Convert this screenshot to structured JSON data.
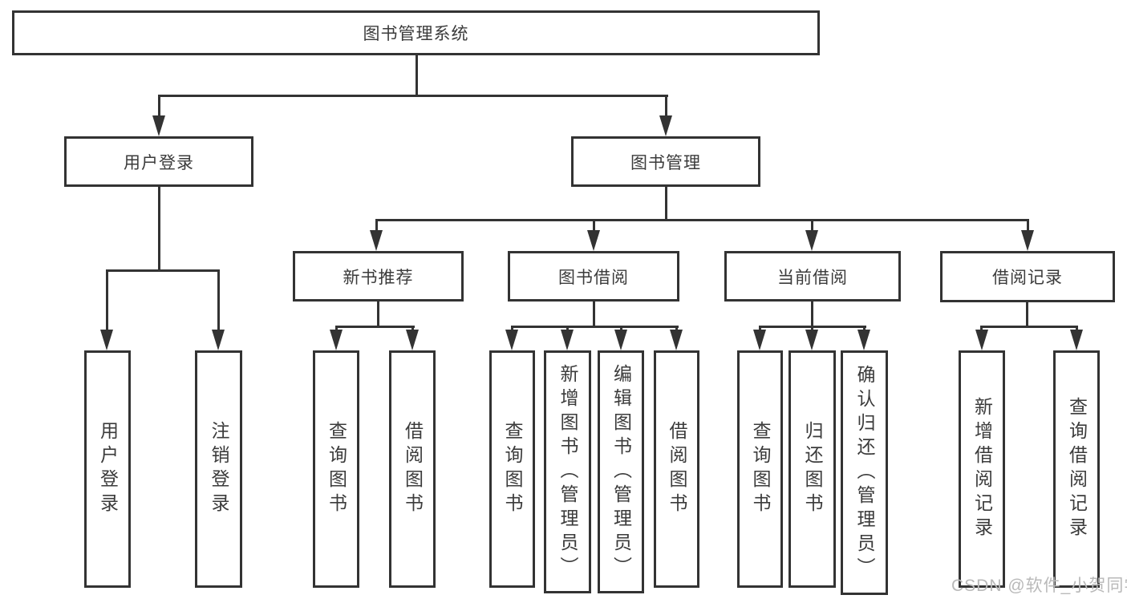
{
  "diagram": {
    "title": "图书管理系统",
    "nodes": {
      "root": "图书管理系统",
      "user_login": "用户登录",
      "book_management": "图书管理",
      "new_book_recommend": "新书推荐",
      "book_borrow": "图书借阅",
      "current_borrow": "当前借阅",
      "borrow_record": "借阅记录",
      "leaf_user_login": "用户登录",
      "leaf_logout_login": "注销登录",
      "leaf_query_book_a": "查询图书",
      "leaf_borrow_book_a": "借阅图书",
      "leaf_query_book_b": "查询图书",
      "leaf_add_book_admin": "新增图书（管理员）",
      "leaf_edit_book_admin": "编辑图书（管理员）",
      "leaf_borrow_book_b": "借阅图书",
      "leaf_query_book_c": "查询图书",
      "leaf_return_book": "归还图书",
      "leaf_confirm_return_admin": "确认归还（管理员）",
      "leaf_add_borrow_record": "新增借阅记录",
      "leaf_query_borrow_record": "查询借阅记录"
    },
    "colors": {
      "line": "#333333",
      "text": "#3b3b3b",
      "background": "#ffffff",
      "watermark": "#b9b9b9"
    }
  },
  "watermark": "CSDN @软件_小贺同学"
}
